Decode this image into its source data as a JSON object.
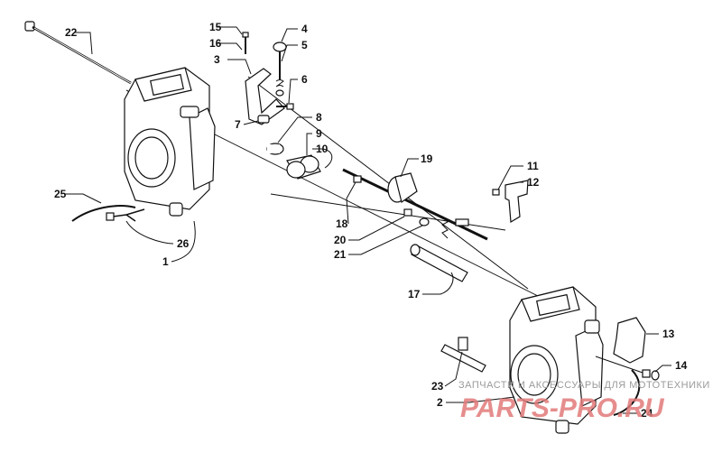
{
  "diagram": {
    "callouts": [
      {
        "label": "22"
      },
      {
        "label": "15"
      },
      {
        "label": "16"
      },
      {
        "label": "4"
      },
      {
        "label": "5"
      },
      {
        "label": "3"
      },
      {
        "label": "6"
      },
      {
        "label": "7"
      },
      {
        "label": "8"
      },
      {
        "label": "9"
      },
      {
        "label": "10"
      },
      {
        "label": "19"
      },
      {
        "label": "11"
      },
      {
        "label": "12"
      },
      {
        "label": "25"
      },
      {
        "label": "18"
      },
      {
        "label": "20"
      },
      {
        "label": "21"
      },
      {
        "label": "26"
      },
      {
        "label": "1"
      },
      {
        "label": "17"
      },
      {
        "label": "13"
      },
      {
        "label": "14"
      },
      {
        "label": "23"
      },
      {
        "label": "2"
      },
      {
        "label": "24"
      }
    ]
  },
  "watermark": {
    "caption": "ЗАПЧАСТИ И АКСЕССУАРЫ ДЛЯ МОТОТЕХНИКИ",
    "logo": "PARTS-PRO.RU"
  }
}
